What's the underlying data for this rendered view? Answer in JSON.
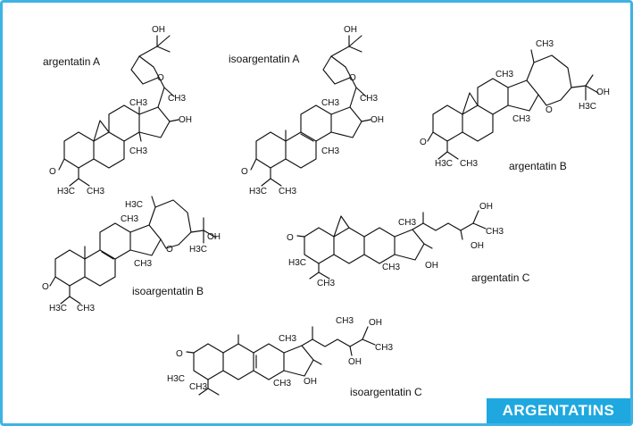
{
  "badge": "ARGENTATINS",
  "colors": {
    "frame": "#3fb3e4",
    "badge": "#1fa8e0"
  },
  "compounds": [
    {
      "name": "argentatin A"
    },
    {
      "name": "isoargentatin A"
    },
    {
      "name": "argentatin B"
    },
    {
      "name": "isoargentatin B"
    },
    {
      "name": "argentatin C"
    },
    {
      "name": "isoargentatin C"
    }
  ],
  "atoms": {
    "oh": "OH",
    "o": "O",
    "ch3": "CH3",
    "h3c": "H3C"
  }
}
